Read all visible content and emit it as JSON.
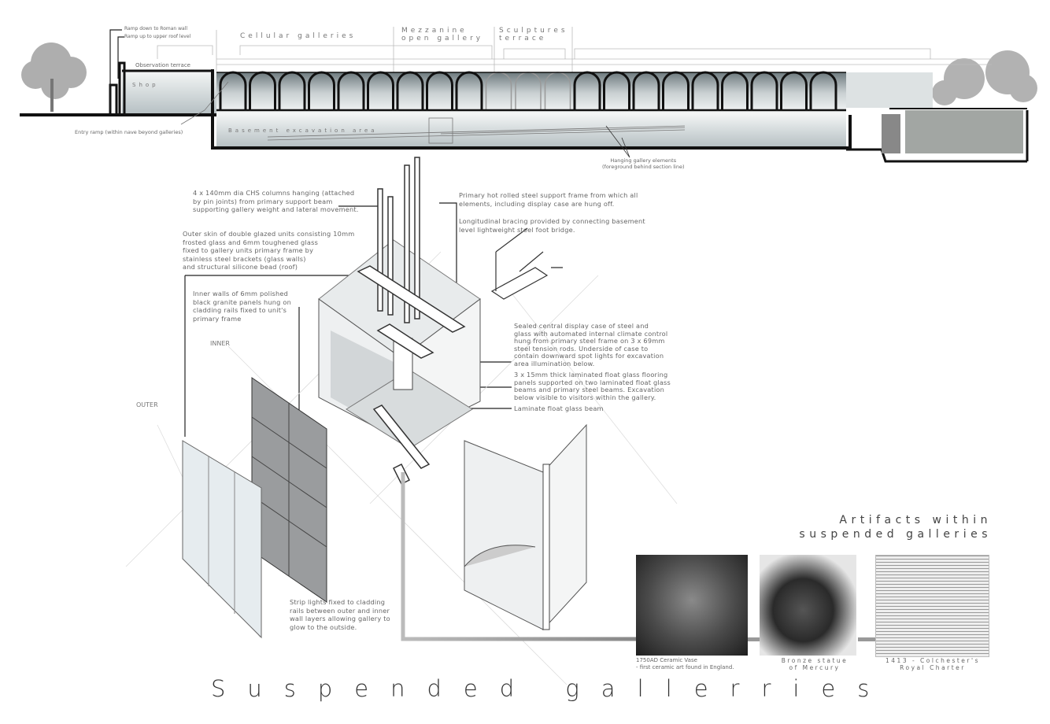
{
  "section": {
    "labels": {
      "ramp_down": "Ramp down to Roman wall",
      "ramp_up": "Ramp up to upper roof level",
      "cellular": "Cellular galleries",
      "mezzanine": "Mezzanine\nopen gallery",
      "sculptures": "Sculptures\nterrace",
      "observation": "Observation terrace",
      "shop": "Shop",
      "entry_ramp": "Entry ramp (within nave beyond galleries)",
      "basement": "Basement excavation area",
      "hanging": "Hanging gallery elements\n(foreground behind section line)"
    }
  },
  "annotations": {
    "columns": "4 x 140mm dia CHS columns hanging (attached\nby pin joints) from primary support beam\nsupporting gallery weight and lateral movement.",
    "outer_skin": "Outer skin of double glazed units consisting 10mm\nfrosted glass and 6mm toughened glass\nfixed to gallery units primary frame by\nstainless steel brackets (glass walls)\nand structural silicone bead (roof)",
    "inner_walls": "Inner walls of 6mm polished\nblack granite panels hung on\ncladding rails fixed to unit's\nprimary frame",
    "primary_frame": "Primary hot rolled steel support frame from which all\nelements, including display case are hung off.",
    "bracing": "Longitudinal bracing provided by connecting basement\nlevel lightweight steel foot bridge.",
    "display_case": "Sealed central display case of steel and\nglass with automated internal climate control\nhung from primary steel frame on 3 x 69mm\nsteel tension rods. Underside of case to\ncontain downward spot lights for excavation\narea illumination below.",
    "flooring": "3 x 15mm thick laminated float glass flooring\npanels supported on two laminated float glass\nbeams and primary steel beams. Excavation\nbelow visible to visitors within the gallery.",
    "glass_beam": "Laminate float glass beam",
    "strip_lights": "Strip lights fixed to cladding\nrails between outer and inner\nwall layers allowing gallery to\nglow to the outside."
  },
  "layers": {
    "inner": "INNER",
    "outer": "OUTER"
  },
  "artifacts": {
    "heading": "Artifacts within\nsuspended galleries",
    "items": [
      {
        "caption": "1750AD Ceramic Vase\n- first ceramic art found in England."
      },
      {
        "caption": "Bronze statue\nof Mercury"
      },
      {
        "caption": "1413 - Colchester's\nRoyal Charter"
      }
    ]
  },
  "title": "Suspended gallerries",
  "colors": {
    "ink": "#111111",
    "glass": "#e4e8ea",
    "panel": "#9a9c9e",
    "line": "#cccccc"
  }
}
